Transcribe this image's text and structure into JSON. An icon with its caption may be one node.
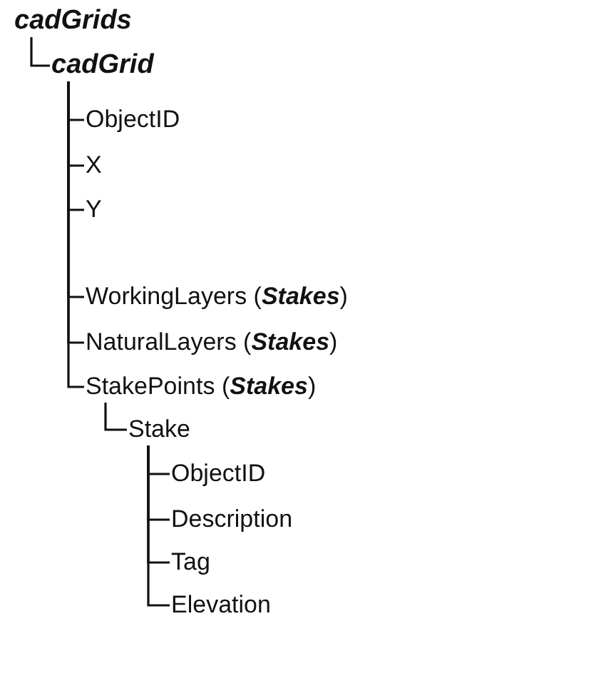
{
  "diagram": {
    "nodes": [
      {
        "text": [
          "cadGrids"
        ]
      },
      {
        "text": [
          "cadGrid"
        ]
      },
      {
        "text": [
          "ObjectID"
        ]
      },
      {
        "text": [
          "X"
        ]
      },
      {
        "text": [
          "Y"
        ]
      },
      {
        "text": [
          "WorkingLayers (**Stakes**)"
        ]
      },
      {
        "text": [
          "NaturalLayers (**Stakes**)"
        ]
      },
      {
        "text": [
          "StakePoints (**Stakes**)"
        ]
      },
      {
        "text": [
          "Stake"
        ]
      },
      {
        "text": [
          "ObjectID"
        ]
      },
      {
        "text": [
          "Description"
        ]
      },
      {
        "text": [
          "Tag"
        ]
      },
      {
        "text": [
          "Elevation"
        ]
      }
    ],
    "edges": [
      {
        "from": 0,
        "to": 1,
        "arrow": "none"
      },
      {
        "from": 1,
        "to": 2,
        "arrow": "none"
      },
      {
        "from": 1,
        "to": 3,
        "arrow": "none"
      },
      {
        "from": 1,
        "to": 4,
        "arrow": "none"
      },
      {
        "from": 1,
        "to": 5,
        "arrow": "none"
      },
      {
        "from": 1,
        "to": 6,
        "arrow": "none"
      },
      {
        "from": 1,
        "to": 7,
        "arrow": "none"
      },
      {
        "from": 7,
        "to": 8,
        "arrow": "none"
      },
      {
        "from": 8,
        "to": 9,
        "arrow": "none"
      },
      {
        "from": 8,
        "to": 10,
        "arrow": "none"
      },
      {
        "from": 8,
        "to": 11,
        "arrow": "none"
      },
      {
        "from": 8,
        "to": 12,
        "arrow": "none"
      }
    ]
  }
}
